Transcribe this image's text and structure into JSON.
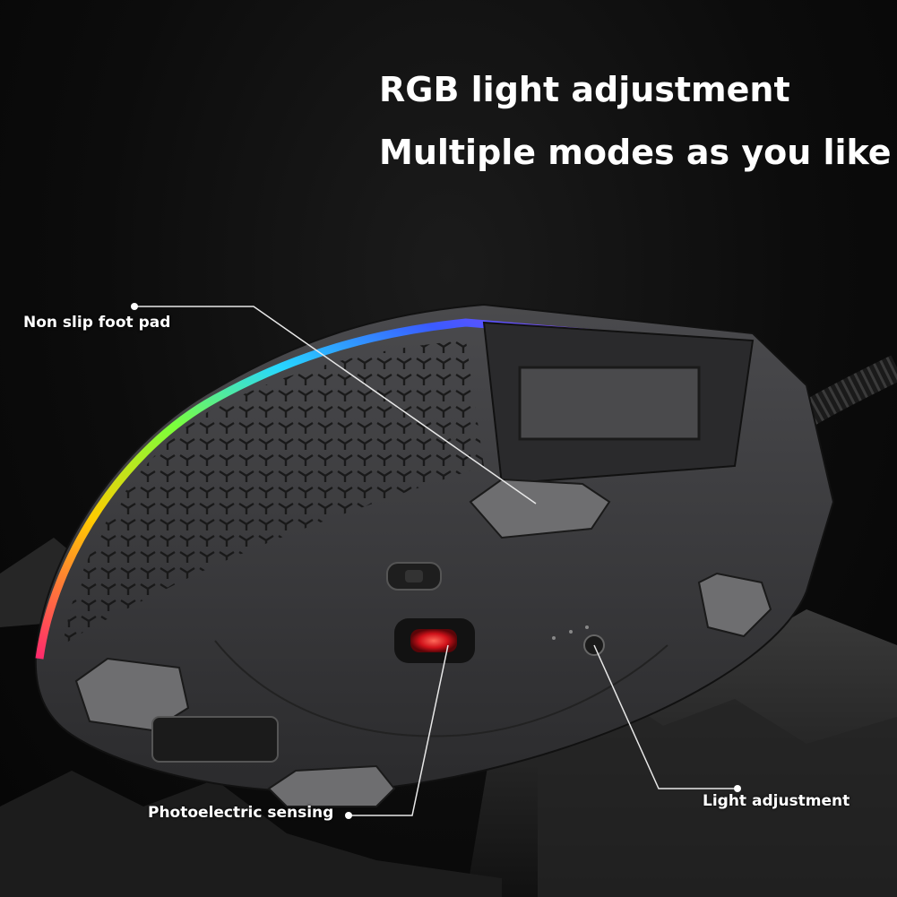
{
  "headline": {
    "line1": "RGB light adjustment",
    "line2": "Multiple modes as you like"
  },
  "callouts": {
    "foot_pad": "Non slip foot pad",
    "photoelectric": "Photoelectric sensing",
    "light_adjustment": "Light adjustment"
  },
  "colors": {
    "background": "#0c0c0c",
    "mouse_body": "#3a3a3c",
    "rgb_strip": [
      "#ff2a6d",
      "#ffcc00",
      "#7cff3a",
      "#27d7ff",
      "#3a5bff",
      "#b43cff"
    ],
    "sensor": "#e0161b"
  }
}
